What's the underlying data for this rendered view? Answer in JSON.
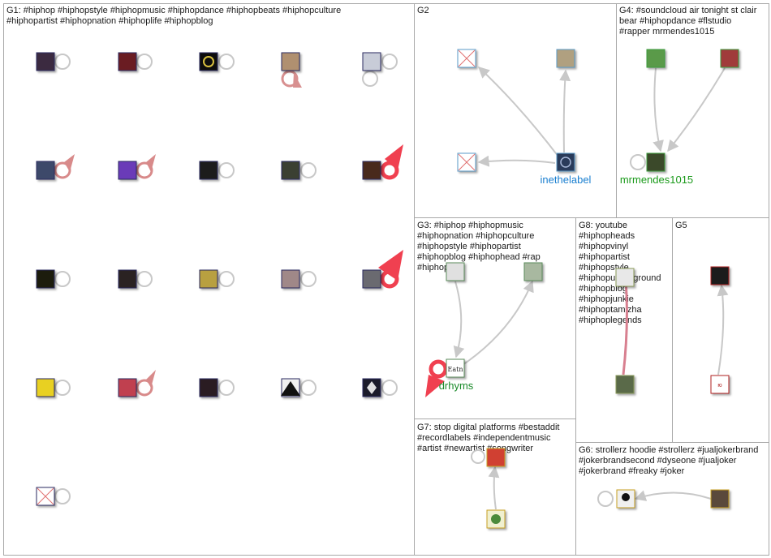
{
  "groups": [
    {
      "id": "G1",
      "lines": [
        "G1: #hiphop #hiphopstyle #hiphopmusic #hiphopdance #hiphopbeats #hiphopculture",
        "#hiphopartist #hiphopnation #hiphoplife #hiphopblog"
      ]
    },
    {
      "id": "G2",
      "lines": [
        "G2"
      ]
    },
    {
      "id": "G4",
      "lines": [
        "G4: #soundcloud air tonight st clair",
        "bear #hiphopdance #flstudio",
        "#rapper mrmendes1015"
      ]
    },
    {
      "id": "G3",
      "lines": [
        "G3: #hiphop #hiphopmusic",
        "#hiphopnation #hiphopculture",
        "#hiphopstyle #hiphopartist",
        "#hiphopblog #hiphophead #rap",
        "#hiphopart"
      ]
    },
    {
      "id": "G8",
      "lines": [
        "G8: youtube",
        "#hiphopheads",
        "#hiphopvinyl",
        "#hiphopartist",
        "#hiphopstyle",
        "#hiphopunderground",
        "#hiphopblog",
        "#hiphopjunkie",
        "#hiphoptamizha",
        "#hiphoplegends"
      ]
    },
    {
      "id": "G5",
      "lines": [
        "G5"
      ]
    },
    {
      "id": "G7",
      "lines": [
        "G7: stop digital platforms #bestaddit",
        "#recordlabels #independentmusic",
        "#artist #newartist #songwriter"
      ]
    },
    {
      "id": "G6",
      "lines": [
        "G6: strollerz hoodie #strollerz #jualjokerbrand",
        "#jokerbrandsecond #dyseone #jualjoker",
        "#jokerbrand #freaky #joker"
      ]
    }
  ],
  "vertex_labels": [
    {
      "text": "inethelabel",
      "color": "#1a7fd0"
    },
    {
      "text": "mrmendes1015",
      "color": "#1a9a1a"
    },
    {
      "text": "drhyms",
      "color": "#1a8a2a"
    }
  ],
  "colors": {
    "edge": "#c8c8c8",
    "strong_edge": "#f04050",
    "panel_border": "#a8a8a8"
  }
}
